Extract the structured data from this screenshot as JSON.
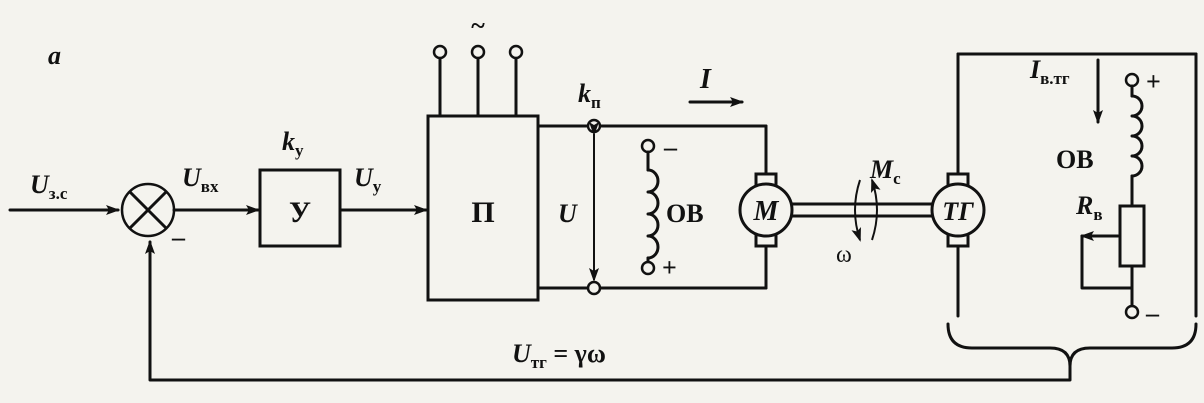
{
  "figure_label": "a",
  "supply_symbol": "~",
  "signals": {
    "u_setpoint": {
      "main": "U",
      "sub": "з.с"
    },
    "u_input": {
      "main": "U",
      "sub": "вх"
    },
    "u_amp": {
      "main": "U",
      "sub": "у"
    },
    "u_conv": {
      "main": "U",
      "sub": ""
    },
    "minus_sign": "–",
    "feedback": {
      "main": "U",
      "sub": "тг",
      "eq": " = γω"
    }
  },
  "blocks": {
    "amplifier": {
      "label": "У",
      "gain_main": "k",
      "gain_sub": "у"
    },
    "converter": {
      "label": "П",
      "gain_main": "k",
      "gain_sub": "п"
    },
    "motor": {
      "label": "M"
    },
    "tachogenerator": {
      "label": "TГ"
    }
  },
  "motor_field": {
    "label": "ОВ",
    "minus": "–",
    "plus": "+"
  },
  "tacho_field": {
    "label": "ОВ",
    "plus": "+",
    "minus": "–",
    "resistor_main": "R",
    "resistor_sub": "в",
    "current_main": "I",
    "current_sub": "в.тг"
  },
  "armature_current": "I",
  "load_torque": {
    "main": "M",
    "sub": "c"
  },
  "speed": "ω"
}
